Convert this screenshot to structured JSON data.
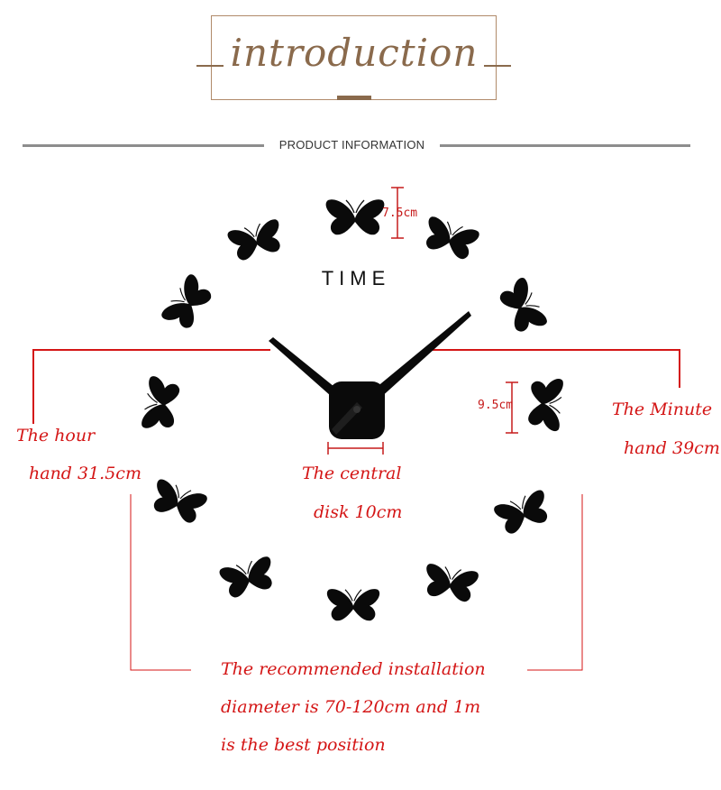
{
  "header": {
    "title": "introduction",
    "section_label": "PRODUCT INFORMATION"
  },
  "clock": {
    "label": "TIME",
    "butterfly_size": "7.5cm",
    "hand_base_height": "9.5cm"
  },
  "annotations": {
    "hour_hand_line1": "The hour",
    "hour_hand_line2": "hand 31.5cm",
    "minute_hand_line1": "The Minute",
    "minute_hand_line2": "hand 39cm",
    "central_disk_line1": "The central",
    "central_disk_line2": "disk 10cm",
    "install_line1": "The recommended installation",
    "install_line2": "diameter is 70-120cm and 1m",
    "install_line3": "is the best position"
  },
  "colors": {
    "brand_brown": "#8a6a4c",
    "annotation_red": "#d41616",
    "divider_gray": "#8d8d8d",
    "butterfly_black": "#0a0a0a"
  }
}
